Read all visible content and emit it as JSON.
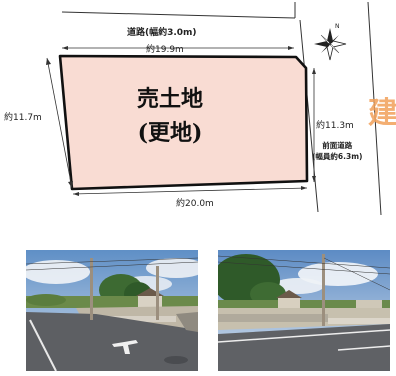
{
  "plan": {
    "road_top_label": "道路(幅約3.0m)",
    "width_top": "約19.9m",
    "height_left": "約11.7m",
    "height_right": "約11.3m",
    "front_road_line1": "前面道路",
    "front_road_line2": "(幅員約6.3m)",
    "width_bottom": "約20.0m",
    "lot_title_line1": "売土地",
    "lot_title_line2": "(更地)",
    "watermark_char": "建",
    "lot_fill_color": "#f9dcd3",
    "north_mark": "N"
  },
  "photos": [
    {
      "caption": ""
    },
    {
      "caption": ""
    }
  ]
}
